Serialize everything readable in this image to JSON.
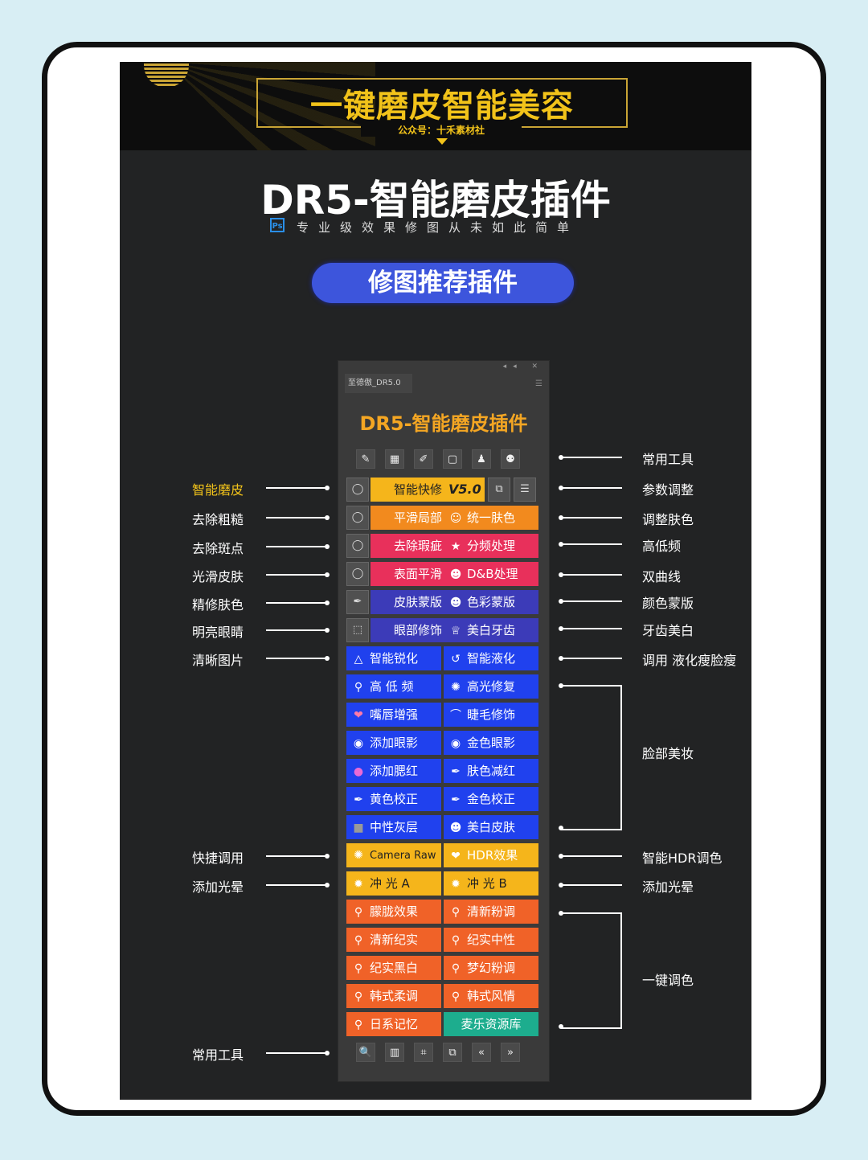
{
  "banner": {
    "title": "一键磨皮智能美容",
    "subtitle": "公众号：十禾素材社"
  },
  "header": {
    "title": "DR5-智能磨皮插件",
    "ps_icon": "Ps",
    "tagline": "专业级效果修图从未如此简单",
    "recommend_label": "修图推荐插件"
  },
  "panel": {
    "tab_label": "至德傲_DR5.0",
    "title": "DR5-智能磨皮插件",
    "top_icons": [
      "brush-icon",
      "bandage-icon",
      "pencil-icon",
      "frame-icon",
      "stamp-icon",
      "person-icon"
    ],
    "version_label": "V5.0",
    "buttons": {
      "smart_quick": "智能快修",
      "smooth_local": "平滑局部",
      "unify_skin": "统一肤色",
      "remove_blemish": "去除瑕疵",
      "freq_sep": "分频处理",
      "surface_smooth": "表面平滑",
      "db_process": "D&B处理",
      "skin_mask": "皮肤蒙版",
      "color_mask": "色彩蒙版",
      "eye_retouch": "眼部修饰",
      "teeth_whiten": "美白牙齿",
      "smart_sharpen": "智能锐化",
      "smart_liquify": "智能液化",
      "high_low_freq": "高 低 频",
      "highlight_repair": "高光修复",
      "lip_enhance": "嘴唇增强",
      "lash_retouch": "睫毛修饰",
      "add_eyeshadow": "添加眼影",
      "gold_eyeshadow": "金色眼影",
      "add_blush": "添加腮红",
      "skin_reduce_red": "肤色减红",
      "yellow_correct": "黄色校正",
      "gold_correct": "金色校正",
      "neutral_gray": "中性灰层",
      "whiten_skin": "美白皮肤",
      "camera_raw": "Camera Raw",
      "hdr_effect": "HDR效果",
      "flash_a": "冲 光 A",
      "flash_b": "冲 光 B",
      "hazy_effect": "朦胧效果",
      "fresh_pink": "清新粉调",
      "fresh_doc": "清新纪实",
      "doc_neutral": "纪实中性",
      "doc_bw": "纪实黑白",
      "dreamy_pink": "梦幻粉调",
      "korean_soft": "韩式柔调",
      "korean_style": "韩式风情",
      "japanese_memory": "日系记忆",
      "resource_lib": "麦乐资源库"
    },
    "bottom_icons": [
      "zoom-icon",
      "book-icon",
      "fit-icon",
      "copy-icon",
      "prev-icon",
      "next-icon"
    ],
    "bottom_glyphs": [
      "🔍",
      "▥",
      "⌗",
      "⧉",
      "«",
      "»"
    ]
  },
  "labels": {
    "left": [
      "智能磨皮",
      "去除粗糙",
      "去除斑点",
      "光滑皮肤",
      "精修肤色",
      "明亮眼睛",
      "清晰图片",
      "快捷调用",
      "添加光晕",
      "常用工具"
    ],
    "right": [
      "常用工具",
      "参数调整",
      "调整肤色",
      "高低频",
      "双曲线",
      "颜色蒙版",
      "牙齿美白",
      "调用 液化瘦脸瘦",
      "脸部美妆",
      "智能HDR调色",
      "添加光晕",
      "一键调色"
    ]
  },
  "colors": {
    "accent_gold": "#f2c31a",
    "panel_title": "#f4a623",
    "pill_blue": "#3d55dc",
    "btn_orange": "#f28a1e",
    "btn_red": "#e8305b",
    "btn_purple": "#3c3bb8",
    "btn_blue": "#2041ee",
    "btn_teal": "#1dad8e"
  }
}
